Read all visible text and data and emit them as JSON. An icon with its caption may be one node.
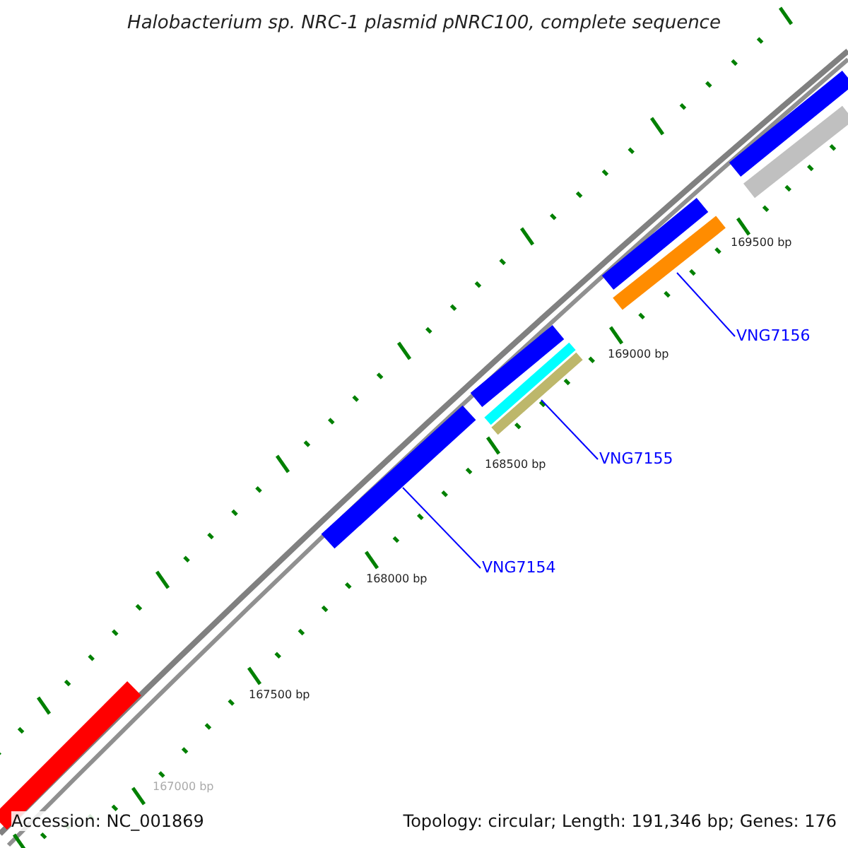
{
  "diagram": {
    "title": "Halobacterium sp. NRC-1 plasmid pNRC100, complete sequence",
    "nodes": [
      {
        "text": [
          "VNG7156"
        ]
      },
      {
        "text": [],
        "shape": "bar"
      },
      {
        "text": [
          "VNG7155"
        ]
      },
      {
        "text": [],
        "shape": "bar"
      },
      {
        "text": [
          "VNG7154"
        ]
      },
      {
        "text": [],
        "shape": "bar"
      }
    ],
    "edges": [
      {
        "from": 0,
        "to": 1,
        "arrow": "none"
      },
      {
        "from": 2,
        "to": 3,
        "arrow": "none"
      },
      {
        "from": 4,
        "to": 5,
        "arrow": "none"
      }
    ],
    "labels": [
      "169500 bp",
      "169000 bp",
      "168500 bp",
      "168000 bp",
      "167500 bp",
      "167000 bp",
      "Accession: NC_001869",
      "Topology: circular; Length: 191,346 bp; Genes: 176"
    ]
  }
}
